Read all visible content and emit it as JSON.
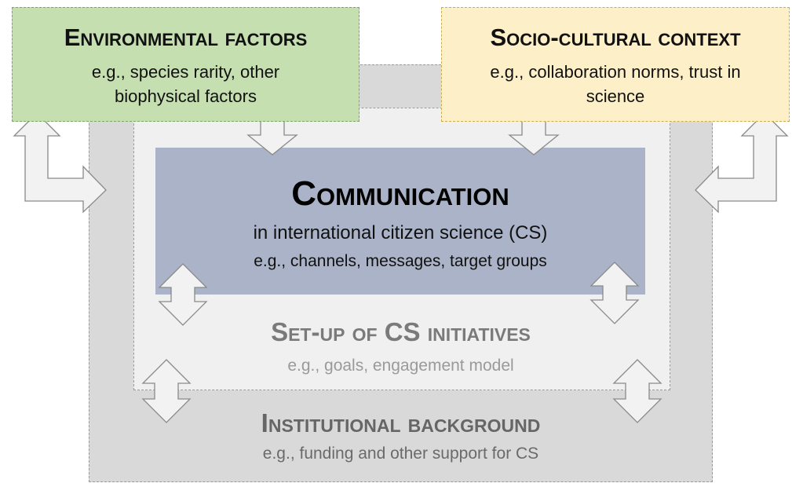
{
  "environmental": {
    "title": "Environmental factors",
    "subtitle_line1": "e.g., species rarity, other",
    "subtitle_line2": "biophysical factors"
  },
  "sociocultural": {
    "title": "Socio-cultural context",
    "subtitle_line1": "e.g., collaboration norms, trust in",
    "subtitle_line2": "science"
  },
  "communication": {
    "title": "Communication",
    "subtitle": "in international citizen science (CS)",
    "examples": "e.g., channels, messages, target groups"
  },
  "setup": {
    "title": "Set-up of CS initiatives",
    "examples": "e.g., goals, engagement model"
  },
  "institutional": {
    "title": "Institutional background",
    "examples": "e.g., funding and other support for CS"
  },
  "colors": {
    "environmental": "#c6dfb0",
    "sociocultural": "#fdf0c8",
    "communication": "#abb3c8",
    "setup": "#f0f0f0",
    "institutional": "#d9d9d9"
  }
}
